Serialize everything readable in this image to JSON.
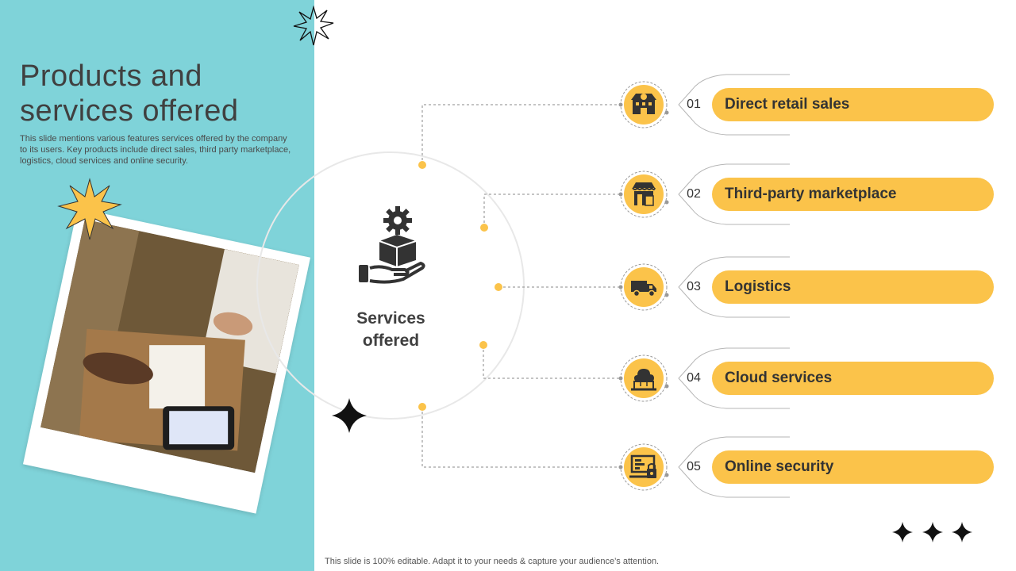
{
  "header": {
    "title_line1": "Products and",
    "title_line2": "services offered",
    "description": "This slide mentions various features services offered by the company to its users. Key products include direct sales, third party marketplace, logistics, cloud services and online security."
  },
  "center": {
    "label_line1": "Services",
    "label_line2": "offered",
    "icon": "box-gear-hand-icon"
  },
  "services": [
    {
      "number": "01",
      "label": "Direct retail sales",
      "icon": "retail-store-icon"
    },
    {
      "number": "02",
      "label": "Third-party marketplace",
      "icon": "marketplace-shop-icon"
    },
    {
      "number": "03",
      "label": "Logistics",
      "icon": "delivery-truck-icon"
    },
    {
      "number": "04",
      "label": "Cloud services",
      "icon": "cloud-laptop-icon"
    },
    {
      "number": "05",
      "label": "Online security",
      "icon": "security-lock-icon"
    }
  ],
  "footer": {
    "text": "This slide is 100% editable. Adapt it to your needs & capture your audience’s attention."
  },
  "colors": {
    "panel": "#7fd3d9",
    "accent": "#fbc34a",
    "text": "#404040"
  }
}
